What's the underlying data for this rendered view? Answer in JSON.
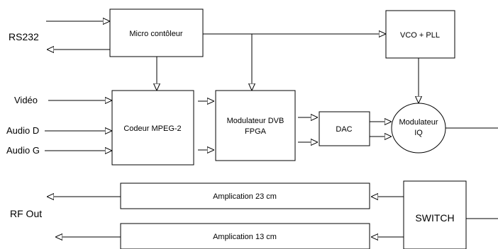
{
  "diagram": {
    "inputs": {
      "rs232": "RS232",
      "video": "Vidéo",
      "audio_d": "Audio D",
      "audio_g": "Audio G",
      "rf_out": "RF Out"
    },
    "blocks": {
      "micro": "Micro contôleur",
      "vco": "VCO + PLL",
      "codeur": "Codeur MPEG-2",
      "modulateur_dvb_line1": "Modulateur DVB",
      "modulateur_dvb_line2": "FPGA",
      "dac": "DAC",
      "modulateur_iq_line1": "Modulateur",
      "modulateur_iq_line2": "IQ",
      "amp23": "Amplication 23 cm",
      "amp13": "Amplication 13 cm",
      "switch": "SWITCH"
    }
  }
}
